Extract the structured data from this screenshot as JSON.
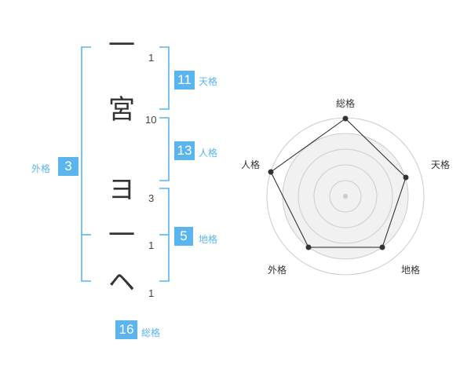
{
  "name": {
    "chars": [
      "一",
      "宮",
      "ヨ",
      "一",
      "ヘ"
    ],
    "strokes": [
      "1",
      "10",
      "3",
      "1",
      "1"
    ]
  },
  "kaku": {
    "tenkaku": {
      "value": "11",
      "label": "天格"
    },
    "jinkaku": {
      "value": "13",
      "label": "人格"
    },
    "chikaku": {
      "value": "5",
      "label": "地格"
    },
    "gaikaku": {
      "value": "3",
      "label": "外格"
    },
    "soukaku": {
      "value": "16",
      "label": "総格"
    }
  },
  "radar": {
    "labels": {
      "top": "総格",
      "right": "天格",
      "bottom_right": "地格",
      "bottom_left": "外格",
      "left": "人格"
    },
    "colors": {
      "accent": "#5ab4ee",
      "grid": "#cccccc",
      "fill": "#f0f0f0",
      "line": "#222222"
    }
  }
}
